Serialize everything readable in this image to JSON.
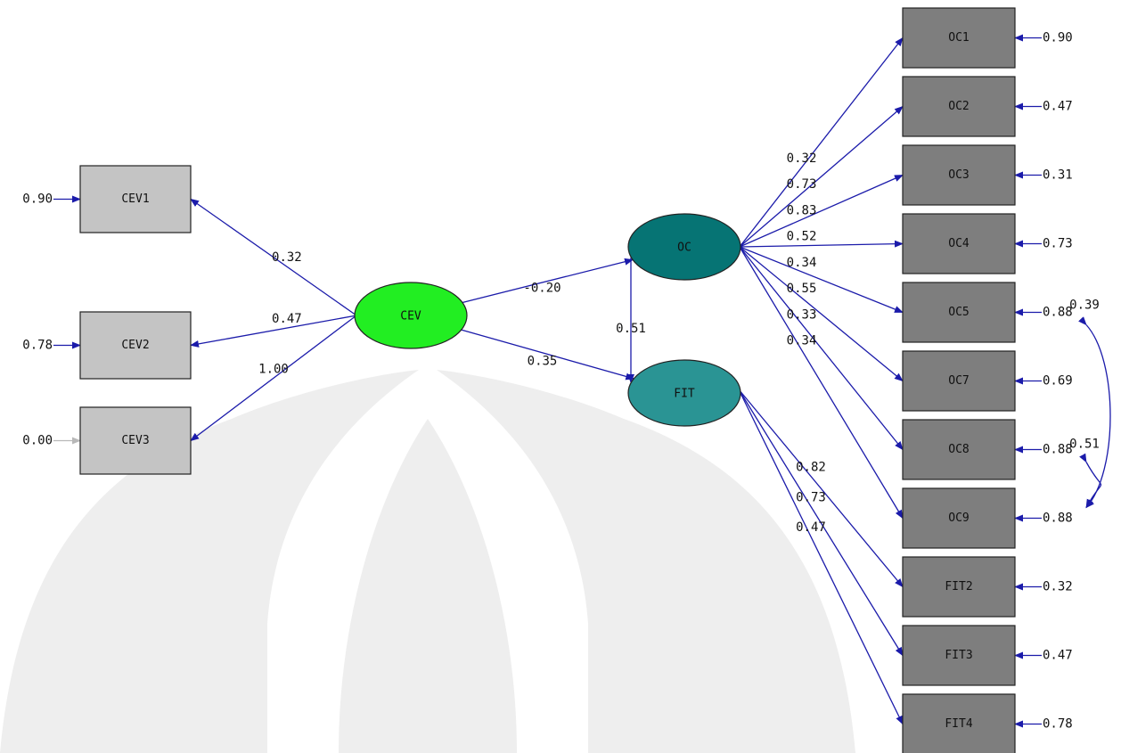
{
  "latent_variables": [
    {
      "id": "CEV",
      "label": "CEV",
      "color": "#22ee22"
    },
    {
      "id": "OC",
      "label": "OC",
      "color": "#067474"
    },
    {
      "id": "FIT",
      "label": "FIT",
      "color": "#2a9494"
    }
  ],
  "indicators": [
    {
      "id": "CEV1",
      "label": "CEV1",
      "error": "0.90"
    },
    {
      "id": "CEV2",
      "label": "CEV2",
      "error": "0.78"
    },
    {
      "id": "CEV3",
      "label": "CEV3",
      "error": "0.00"
    },
    {
      "id": "OC1",
      "label": "OC1",
      "error": "0.90"
    },
    {
      "id": "OC2",
      "label": "OC2",
      "error": "0.47"
    },
    {
      "id": "OC3",
      "label": "OC3",
      "error": "0.31"
    },
    {
      "id": "OC4",
      "label": "OC4",
      "error": "0.73"
    },
    {
      "id": "OC5",
      "label": "OC5",
      "error": "0.88"
    },
    {
      "id": "OC7",
      "label": "OC7",
      "error": "0.69"
    },
    {
      "id": "OC8",
      "label": "OC8",
      "error": "0.88"
    },
    {
      "id": "OC9",
      "label": "OC9",
      "error": "0.88"
    },
    {
      "id": "FIT2",
      "label": "FIT2",
      "error": "0.32"
    },
    {
      "id": "FIT3",
      "label": "FIT3",
      "error": "0.47"
    },
    {
      "id": "FIT4",
      "label": "FIT4",
      "error": "0.78"
    }
  ],
  "loadings": [
    {
      "from": "CEV",
      "to": "CEV1",
      "value": "0.32"
    },
    {
      "from": "CEV",
      "to": "CEV2",
      "value": "0.47"
    },
    {
      "from": "CEV",
      "to": "CEV3",
      "value": "1.00"
    },
    {
      "from": "OC",
      "to": "OC1",
      "value": "0.32"
    },
    {
      "from": "OC",
      "to": "OC2",
      "value": "0.73"
    },
    {
      "from": "OC",
      "to": "OC3",
      "value": "0.83"
    },
    {
      "from": "OC",
      "to": "OC4",
      "value": "0.52"
    },
    {
      "from": "OC",
      "to": "OC5",
      "value": "0.34"
    },
    {
      "from": "OC",
      "to": "OC7",
      "value": "0.55"
    },
    {
      "from": "OC",
      "to": "OC8",
      "value": "0.33"
    },
    {
      "from": "OC",
      "to": "OC9",
      "value": "0.34"
    },
    {
      "from": "FIT",
      "to": "FIT2",
      "value": "0.82"
    },
    {
      "from": "FIT",
      "to": "FIT3",
      "value": "0.73"
    },
    {
      "from": "FIT",
      "to": "FIT4",
      "value": "0.47"
    }
  ],
  "structural_paths": [
    {
      "from": "CEV",
      "to": "OC",
      "value": "-0.20"
    },
    {
      "from": "CEV",
      "to": "FIT",
      "value": "0.35"
    },
    {
      "from": "OC",
      "to": "FIT",
      "value": "0.51"
    }
  ],
  "error_covariances": [
    {
      "a": "OC5",
      "b": "OC9",
      "value": "0.39"
    },
    {
      "a": "OC8",
      "b": "OC9",
      "value": "0.51"
    }
  ],
  "colors": {
    "arrow": "#1b1baa",
    "indicator_fill_cev": "#c4c4c4",
    "indicator_fill_right": "#7e7e7e",
    "error_arrow_cev3": "#b8b8b8"
  }
}
